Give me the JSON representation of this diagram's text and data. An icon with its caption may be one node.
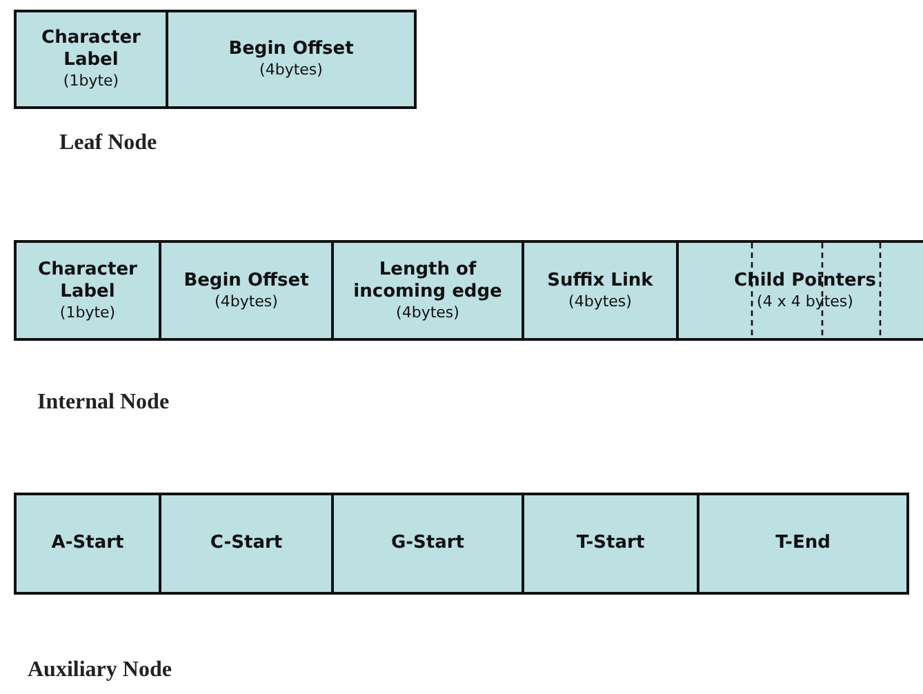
{
  "diagram": {
    "nodes": [
      {
        "text": [
          "Character Label",
          "(1byte)"
        ]
      },
      {
        "text": [
          "Begin Offset",
          "(4bytes)"
        ]
      },
      {
        "text": [
          "Character Label",
          "(1byte)"
        ]
      },
      {
        "text": [
          "Begin Offset",
          "(4bytes)"
        ]
      },
      {
        "text": [
          "Length of incoming edge",
          "(4bytes)"
        ]
      },
      {
        "text": [
          "Suffix Link",
          "(4bytes)"
        ]
      },
      {
        "text": [
          "Child Pointers",
          "(4 x 4 bytes)"
        ]
      },
      {
        "text": [
          "A-Start"
        ]
      },
      {
        "text": [
          "C-Start"
        ]
      },
      {
        "text": [
          "G-Start"
        ]
      },
      {
        "text": [
          "T-Start"
        ]
      },
      {
        "text": [
          "T-End"
        ]
      }
    ],
    "edges": [],
    "labels": [
      "Leaf Node",
      "Internal Node",
      "Auxiliary Node"
    ]
  }
}
